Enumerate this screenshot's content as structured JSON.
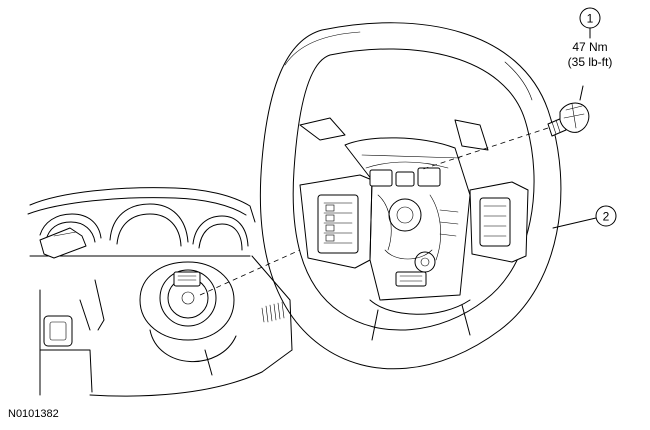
{
  "callouts": [
    {
      "id": "1",
      "torque_nm": "47 Nm",
      "torque_lbft": "(35 lb-ft)"
    },
    {
      "id": "2"
    }
  ],
  "figure_id": "N0101382"
}
